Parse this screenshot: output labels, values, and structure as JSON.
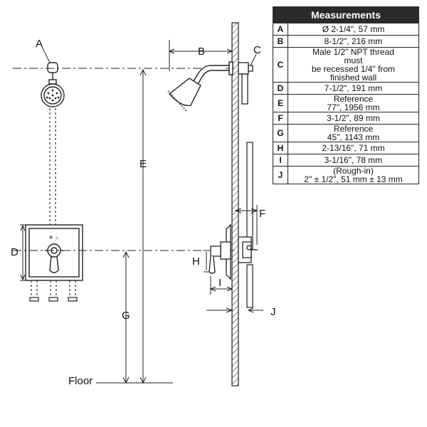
{
  "diagram": {
    "callouts": [
      "A",
      "B",
      "C",
      "D",
      "E",
      "F",
      "G",
      "H",
      "I",
      "J"
    ],
    "floor_label": "Floor"
  },
  "measurements": {
    "title": "Measurements",
    "rows": [
      {
        "key": "A",
        "lines": [
          "Ø 2-1/4\", 57 mm"
        ]
      },
      {
        "key": "B",
        "lines": [
          "8-1/2\", 216 mm"
        ]
      },
      {
        "key": "C",
        "lines": [
          "Male 1/2\" NPT thread",
          "must",
          "be recessed 1/4\" from",
          "finished wall"
        ]
      },
      {
        "key": "D",
        "lines": [
          "7-1/2\", 191 mm"
        ]
      },
      {
        "key": "E",
        "lines": [
          "Reference",
          "77\", 1956 mm"
        ]
      },
      {
        "key": "F",
        "lines": [
          "3-1/2\", 89 mm"
        ]
      },
      {
        "key": "G",
        "lines": [
          "Reference",
          "45\", 1143 mm"
        ]
      },
      {
        "key": "H",
        "lines": [
          "2-13/16\", 71 mm"
        ]
      },
      {
        "key": "I",
        "lines": [
          "3-1/16\", 78 mm"
        ]
      },
      {
        "key": "J",
        "lines": [
          "(Rough-in)",
          "2\" ± 1/2\", 51 mm ± 13 mm"
        ]
      }
    ]
  }
}
